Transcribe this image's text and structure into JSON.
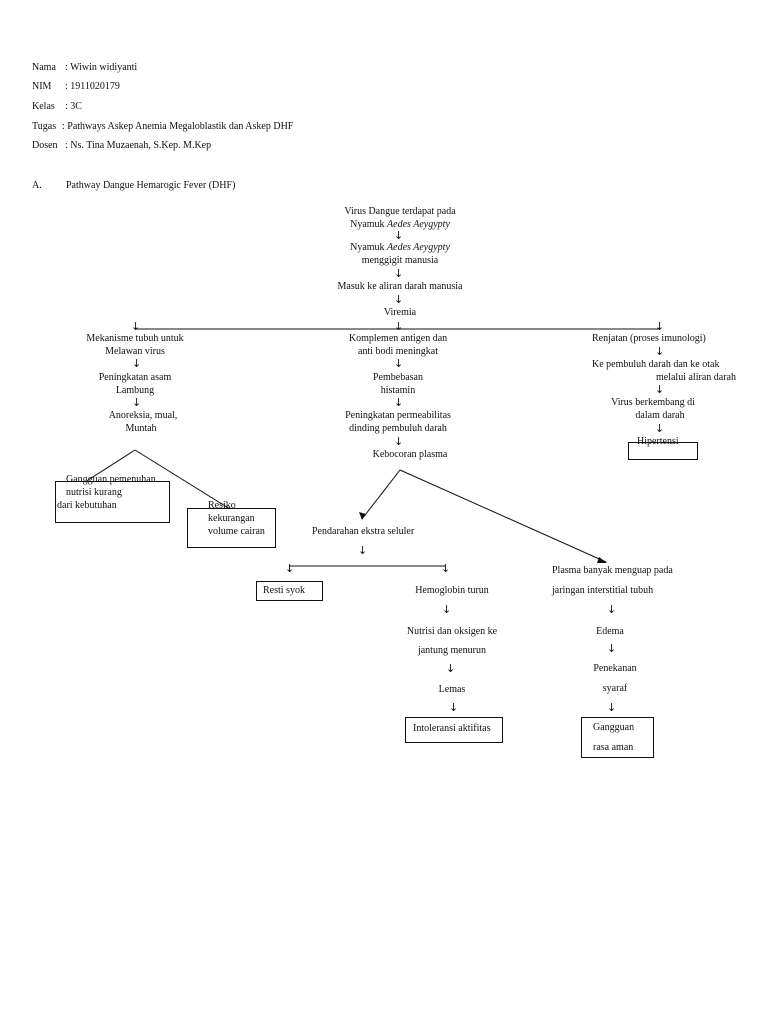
{
  "header": {
    "nama_label": "Nama",
    "nama_value": ": Wiwin widiyanti",
    "nim_label": "NIM",
    "nim_value": ": 1911020179",
    "kelas_label": "Kelas",
    "kelas_value": ": 3C",
    "tugas_label": "Tugas",
    "tugas_value": ": Pathways Askep Anemia Megaloblastik dan Askep DHF",
    "dosen_label": "Dosen",
    "dosen_value": ": Ns. Tina Muzaenah, S.Kep. M.Kep"
  },
  "section": {
    "letter": "A.",
    "title": "Pathway Dangue Hemarogic Fever (DHF)"
  },
  "arrow_glyph": "↓",
  "top": {
    "virus_line1": "Virus Dangue terdapat pada",
    "virus_line2_pre": "Nyamuk ",
    "virus_line2_it": "Aedes Aeygypty",
    "bite_line1_pre": "Nyamuk ",
    "bite_line1_it": "Aedes Aeygypty",
    "bite_line2": "menggigit manusia",
    "enter": "Masuk ke aliran darah manusia",
    "viremia": "Viremia"
  },
  "left": {
    "mek1": "Mekanisme tubuh untuk",
    "mek2": "Melawan virus",
    "pen1": "Peningkatan asam",
    "pen2": "Lambung",
    "ano1": "Anoreksia, mual,",
    "ano2": "Muntah",
    "gang1": "Gangguan pemenuhan",
    "gang2": "nutrisi kurang",
    "gang3": "dari kebutuhan",
    "res1": "Resiko",
    "res2": "kekurangan",
    "res3": "volume cairan"
  },
  "middle": {
    "kom1": "Komplemen antigen dan",
    "kom2": "anti bodi meningkat",
    "pem1": "Pembebasan",
    "pem2": "histamin",
    "pen1": "Peningkatan  permeabilitas",
    "pen2": "dinding pembuluh darah",
    "keb": "Kebocoran plasma",
    "pend": "Pendarahan ekstra seluler",
    "resti": "Resti syok",
    "hemo": "Hemoglobin turun",
    "nut1": "Nutrisi dan oksigen ke",
    "nut2": "jantung menurun",
    "lemas": "Lemas",
    "into": "Intoleransi aktifitas",
    "plas1": "Plasma banyak menguap pada",
    "plas2": "jaringan interstitial tubuh",
    "edema": "Edema",
    "penek1": "Penekanan",
    "penek2": "syaraf",
    "gangr1": "Gangguan",
    "gangr2": "rasa aman"
  },
  "right": {
    "ren": "Renjatan (proses imunologi)",
    "kep1": "Ke pembuluh darah dan ke otak",
    "kep2": "melalui aliran darah",
    "vir1": "Virus berkembang di",
    "vir2": "dalam darah",
    "hip": "Hipertensi"
  }
}
